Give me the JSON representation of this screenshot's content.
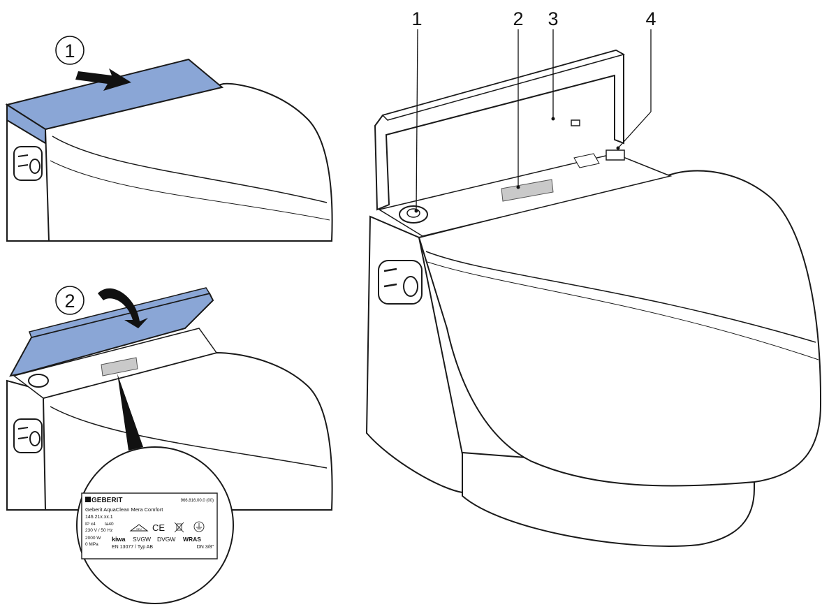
{
  "steps": {
    "one": "1",
    "two": "2"
  },
  "callouts": {
    "c1": "1",
    "c2": "2",
    "c3": "3",
    "c4": "4"
  },
  "label": {
    "brand": "GEBERIT",
    "part_number": "966.816.00.0 (00)",
    "product": "Geberit AquaClean Mera Comfort",
    "model": "146.21x.xx.1",
    "ip": "IP x4",
    "temp": "ta40",
    "voltage": "230 V / 50 Hz",
    "power": "2000 W",
    "pressure": "0 MPa",
    "sev": "SEV",
    "ce": "CE",
    "kiwa": "kiwa",
    "svgw": "SVGW",
    "dvgw": "DVGW",
    "wras": "WRAS",
    "norm": "EN 13077 / Typ AB",
    "dn": "DN 3/8\""
  },
  "colors": {
    "highlight": "#8aa6d6",
    "line": "#1a1a1a",
    "grey_label": "#c9c9c9"
  }
}
